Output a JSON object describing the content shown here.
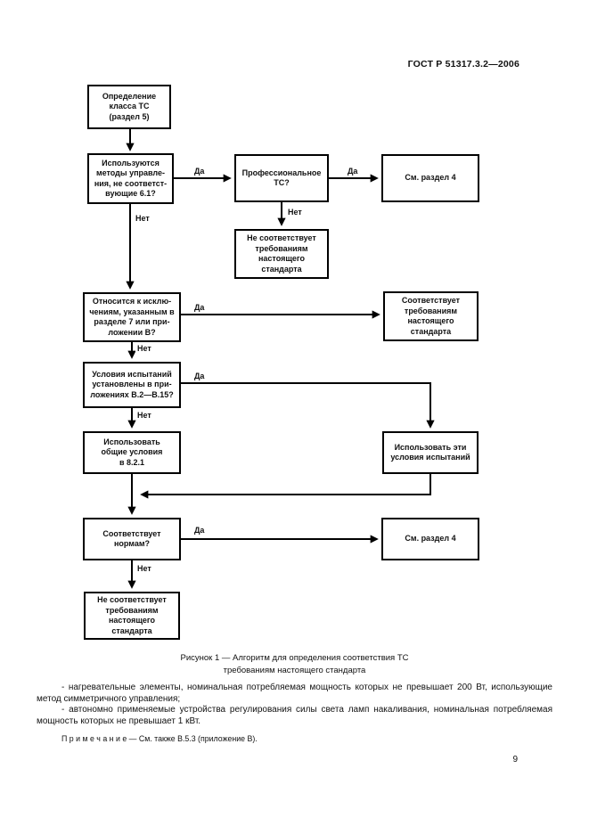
{
  "header": {
    "title": "ГОСТ Р 51317.3.2—2006"
  },
  "flowchart": {
    "nodes": [
      {
        "id": "define-class",
        "label": "Определение\nкласса ТС\n(раздел 5)"
      },
      {
        "id": "control-methods",
        "label": "Используются\nметоды управле-\nния, не соответст-\nвующие 6.1?"
      },
      {
        "id": "professional-ts",
        "label": "Профессиональное\nТС?"
      },
      {
        "id": "see-section-4-top",
        "label": "См. раздел 4"
      },
      {
        "id": "not-conform-mid",
        "label": "Не соответствует\nтребованиям\nнастоящего\nстандарта"
      },
      {
        "id": "exceptions",
        "label": "Относится к исклю-\nчениям, указанным в\nразделе 7 или при-\nложении В?"
      },
      {
        "id": "conforms",
        "label": "Соответствует\nтребованиям\nнастоящего\nстандарта"
      },
      {
        "id": "test-conditions",
        "label": "Условия испытаний\nустановлены в при-\nложениях В.2—В.15?"
      },
      {
        "id": "use-general",
        "label": "Использовать\nобщие условия\nв 8.2.1"
      },
      {
        "id": "use-these",
        "label": "Использовать эти\nусловия испытаний"
      },
      {
        "id": "meets-norms",
        "label": "Соответствует\nнормам?"
      },
      {
        "id": "see-section-4-bottom",
        "label": "См. раздел 4"
      },
      {
        "id": "not-conform-final",
        "label": "Не соответствует\nтребованиям\nнастоящего\nстандарта"
      }
    ],
    "edge_labels": [
      {
        "id": "yes-1",
        "text": "Да"
      },
      {
        "id": "yes-2",
        "text": "Да"
      },
      {
        "id": "no-1",
        "text": "Нет"
      },
      {
        "id": "no-2",
        "text": "Нет"
      },
      {
        "id": "yes-3",
        "text": "Да"
      },
      {
        "id": "no-3",
        "text": "Нет"
      },
      {
        "id": "yes-4",
        "text": "Да"
      },
      {
        "id": "no-4",
        "text": "Нет"
      },
      {
        "id": "yes-5",
        "text": "Да"
      },
      {
        "id": "no-5",
        "text": "Нет"
      }
    ]
  },
  "caption": {
    "text": "Рисунок 1 — Алгоритм для определения соответствия ТС\nтребованиям настоящего стандарта"
  },
  "body": {
    "item1": "- нагревательные элементы, номинальная потребляемая мощность которых не превышает 200 Вт, использующие метод симметричного управления;",
    "item2": "- автономно применяемые устройства регулирования силы света ламп накаливания, номинальная потребляемая мощность которых не превышает 1 кВт.",
    "note": "П р и м е ч а н и е — См. также В.5.3 (приложение В)."
  },
  "footer": {
    "page_number": "9"
  }
}
